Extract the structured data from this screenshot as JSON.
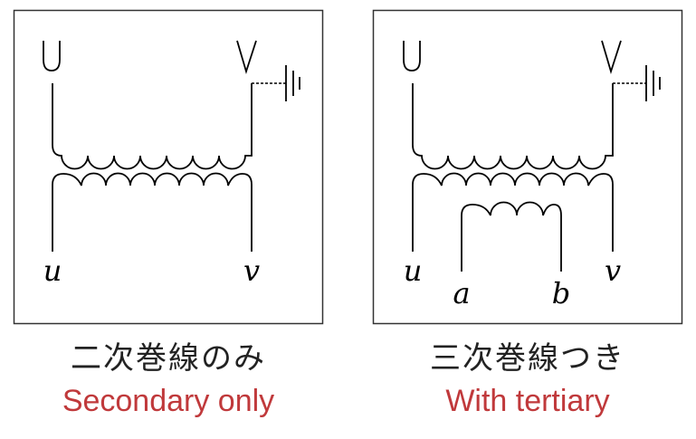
{
  "panels": [
    {
      "terminals": {
        "primary_left": "U",
        "primary_right": "V",
        "secondary_left": "u",
        "secondary_right": "v"
      },
      "caption_jp": "二次巻線のみ",
      "caption_en": "Secondary only"
    },
    {
      "terminals": {
        "primary_left": "U",
        "primary_right": "V",
        "secondary_left": "u",
        "secondary_right": "v",
        "tertiary_left": "a",
        "tertiary_right": "b"
      },
      "caption_jp": "三次巻線つき",
      "caption_en": "With tertiary"
    }
  ],
  "colors": {
    "caption_en": "#c0393b",
    "caption_jp": "#222222",
    "line": "#000000",
    "frame": "#333333"
  }
}
